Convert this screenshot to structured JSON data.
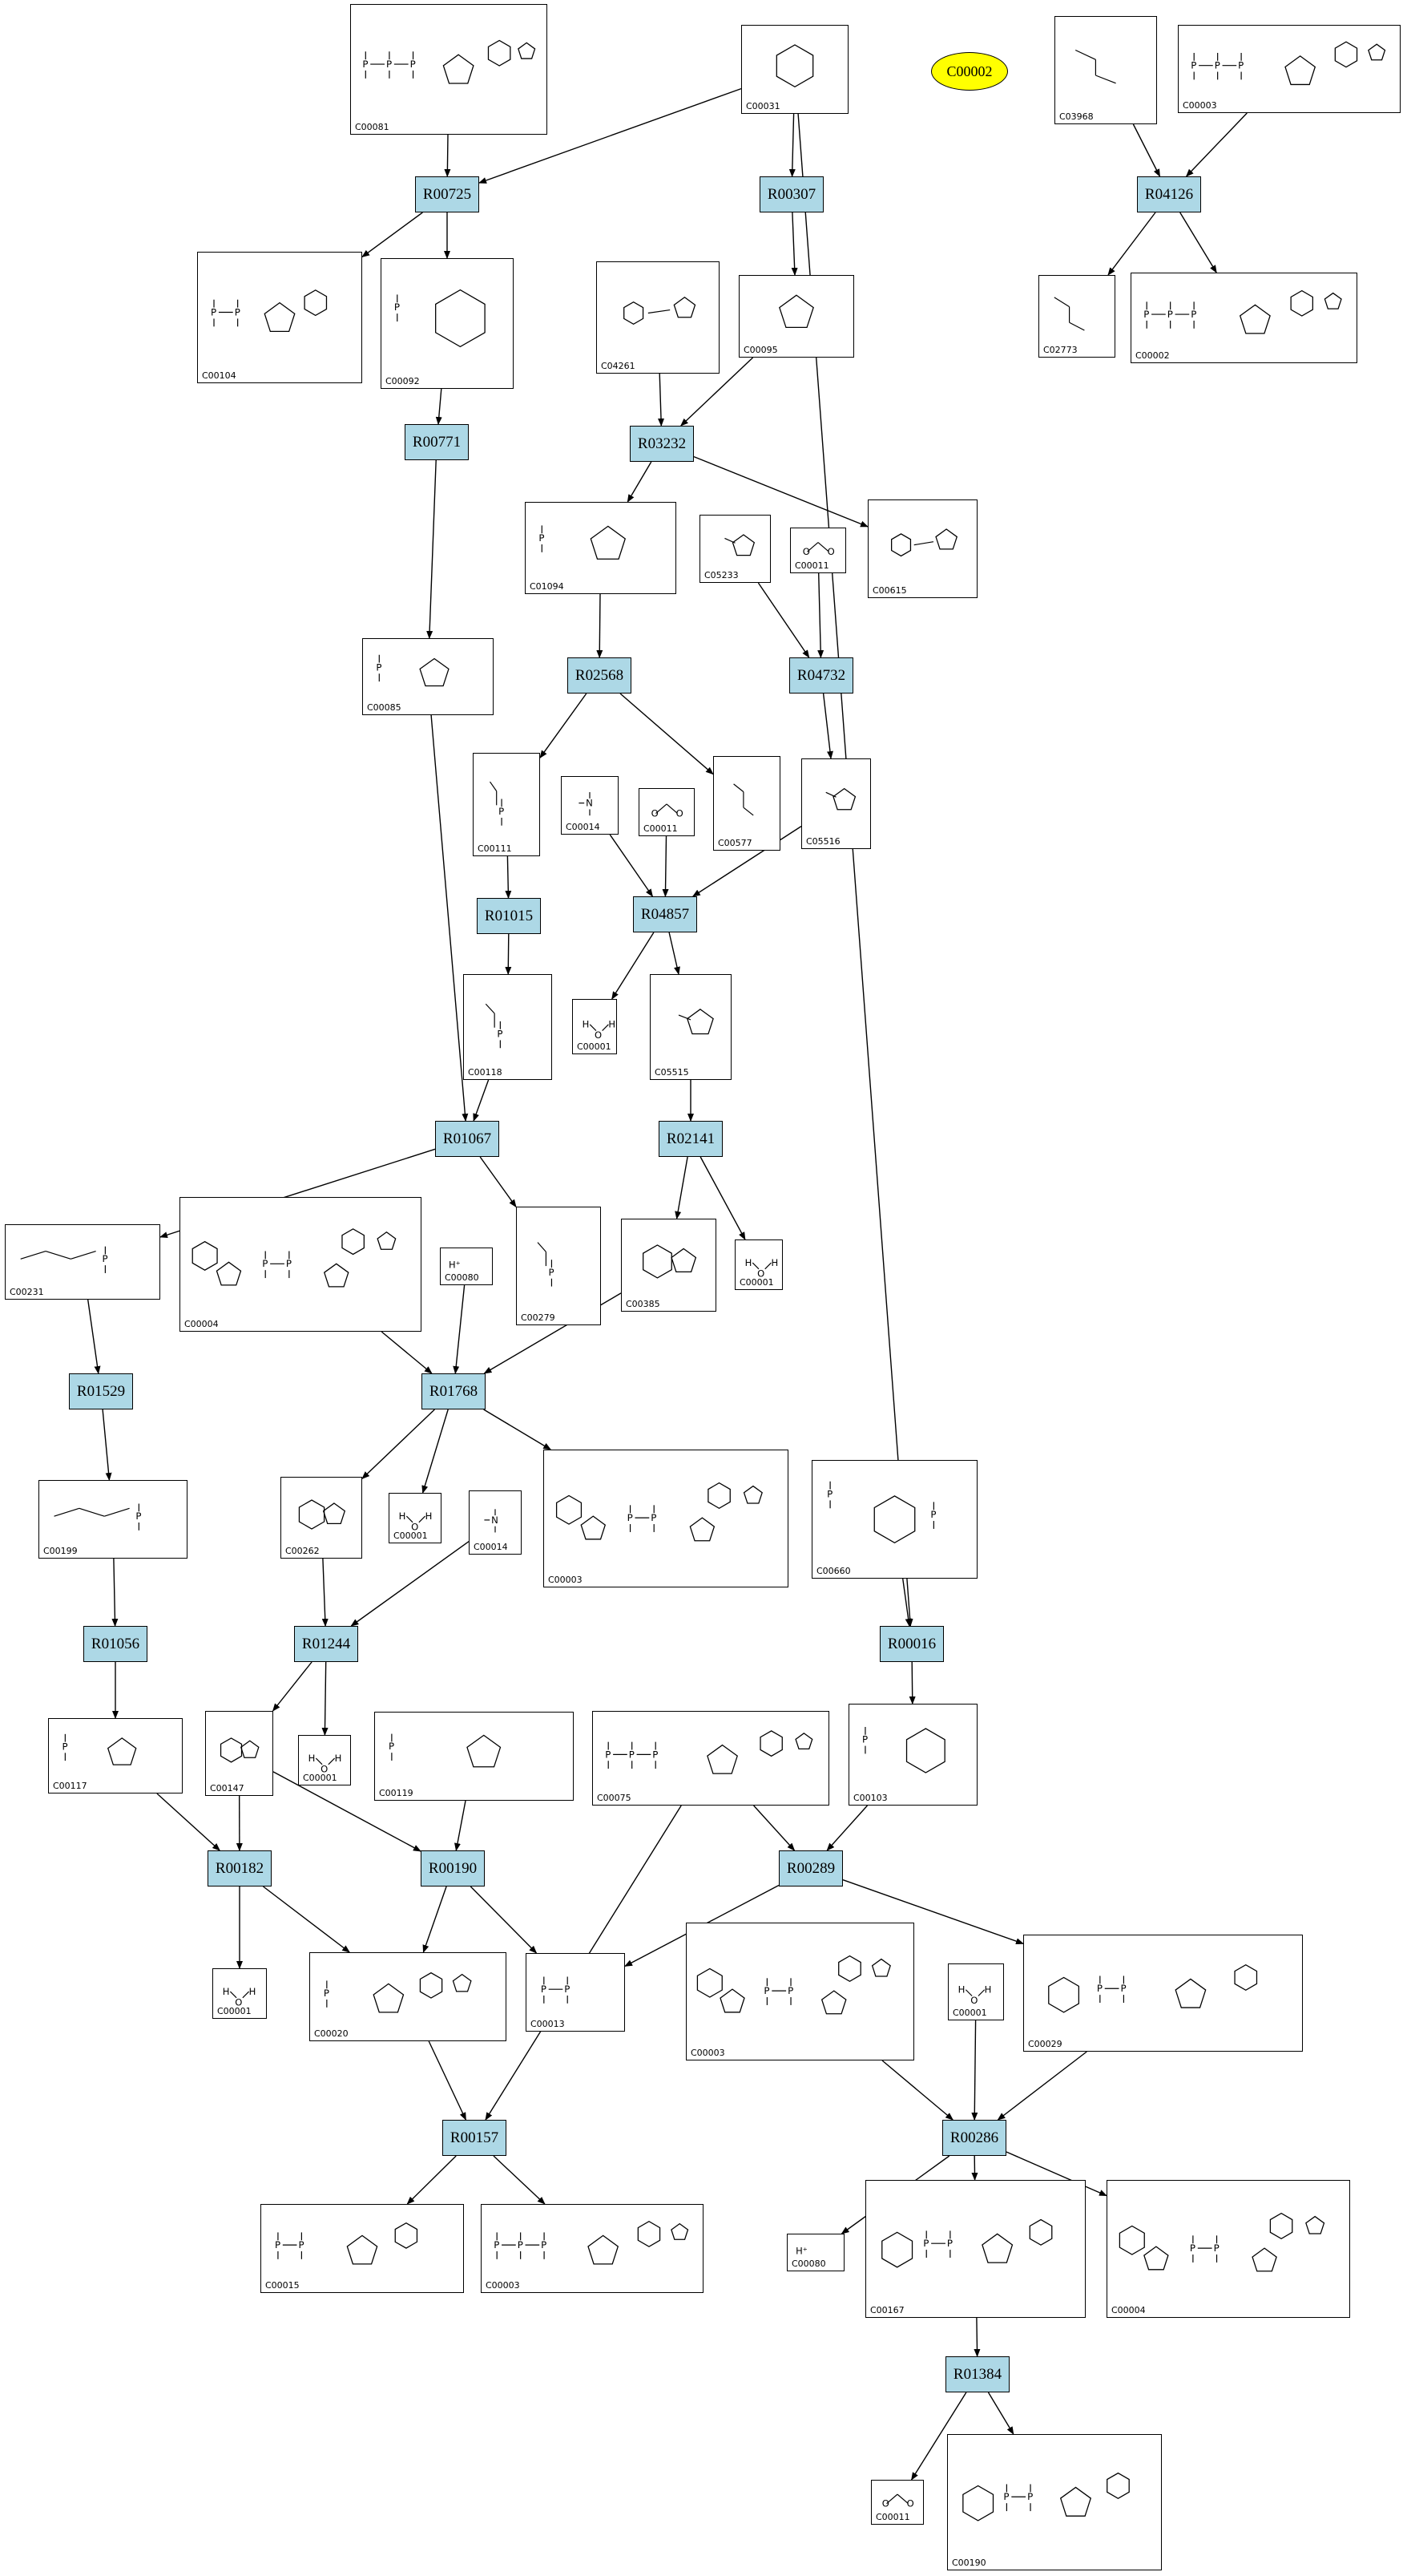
{
  "compounds": [
    {
      "label": "C00081",
      "kind": "nuc3p"
    },
    {
      "label": "C00031",
      "kind": "sugar"
    },
    {
      "label": "C03968",
      "kind": "lipid"
    },
    {
      "label": "C00003",
      "kind": "nuc3p"
    },
    {
      "label": "C00104",
      "kind": "nuc2p"
    },
    {
      "label": "C00092",
      "kind": "sugarp"
    },
    {
      "label": "C04261",
      "kind": "amine"
    },
    {
      "label": "C00095",
      "kind": "furanose"
    },
    {
      "label": "C02773",
      "kind": "lipid"
    },
    {
      "label": "C00002",
      "kind": "nuc3p"
    },
    {
      "label": "C01094",
      "kind": "furanosep"
    },
    {
      "label": "C05233",
      "kind": "ring"
    },
    {
      "label": "C00011",
      "kind": "co2"
    },
    {
      "label": "C00615",
      "kind": "amine"
    },
    {
      "label": "C00085",
      "kind": "furanosep"
    },
    {
      "label": "C00111",
      "kind": "smallp"
    },
    {
      "label": "C00014",
      "kind": "nh3"
    },
    {
      "label": "C00011",
      "kind": "co2"
    },
    {
      "label": "C00577",
      "kind": "small"
    },
    {
      "label": "C05516",
      "kind": "ring"
    },
    {
      "label": "C00118",
      "kind": "smallp"
    },
    {
      "label": "C00001",
      "kind": "water"
    },
    {
      "label": "C05515",
      "kind": "ring"
    },
    {
      "label": "C00231",
      "kind": "chainp"
    },
    {
      "label": "C00004",
      "kind": "nad"
    },
    {
      "label": "C00080",
      "kind": "proton"
    },
    {
      "label": "C00279",
      "kind": "smallp"
    },
    {
      "label": "C00385",
      "kind": "purine"
    },
    {
      "label": "C00001",
      "kind": "water"
    },
    {
      "label": "C00199",
      "kind": "chainp"
    },
    {
      "label": "C00262",
      "kind": "purine"
    },
    {
      "label": "C00001",
      "kind": "water"
    },
    {
      "label": "C00014",
      "kind": "nh3"
    },
    {
      "label": "C00003",
      "kind": "nad"
    },
    {
      "label": "C00660",
      "kind": "sugarpp"
    },
    {
      "label": "C00117",
      "kind": "furanosep"
    },
    {
      "label": "C00147",
      "kind": "purine"
    },
    {
      "label": "C00001",
      "kind": "water"
    },
    {
      "label": "C00119",
      "kind": "furanosep"
    },
    {
      "label": "C00075",
      "kind": "nuc3p"
    },
    {
      "label": "C00103",
      "kind": "sugarp"
    },
    {
      "label": "C00001",
      "kind": "water"
    },
    {
      "label": "C00020",
      "kind": "nuc1p"
    },
    {
      "label": "C00013",
      "kind": "ppi"
    },
    {
      "label": "C00003",
      "kind": "nad"
    },
    {
      "label": "C00001",
      "kind": "water"
    },
    {
      "label": "C00029",
      "kind": "udpsugar"
    },
    {
      "label": "C00015",
      "kind": "nuc2p"
    },
    {
      "label": "C00003",
      "kind": "nuc3p"
    },
    {
      "label": "C00080",
      "kind": "proton"
    },
    {
      "label": "C00167",
      "kind": "udpsugar"
    },
    {
      "label": "C00004",
      "kind": "nad"
    },
    {
      "label": "C00011",
      "kind": "co2"
    },
    {
      "label": "C00190",
      "kind": "udpsugar"
    }
  ],
  "reactions": [
    {
      "label": "R00725"
    },
    {
      "label": "R00307"
    },
    {
      "label": "R04126"
    },
    {
      "label": "R00771"
    },
    {
      "label": "R03232"
    },
    {
      "label": "R02568"
    },
    {
      "label": "R04732"
    },
    {
      "label": "R01015"
    },
    {
      "label": "R04857"
    },
    {
      "label": "R01067"
    },
    {
      "label": "R02141"
    },
    {
      "label": "R01768"
    },
    {
      "label": "R01529"
    },
    {
      "label": "R01056"
    },
    {
      "label": "R01244"
    },
    {
      "label": "R00016"
    },
    {
      "label": "R00182"
    },
    {
      "label": "R00190"
    },
    {
      "label": "R00289"
    },
    {
      "label": "R00157"
    },
    {
      "label": "R00286"
    },
    {
      "label": "R01384"
    }
  ],
  "highlight": {
    "label": "C00002",
    "color": "#ffff00"
  },
  "colors": {
    "reaction_fill": "#add8e6",
    "edge": "#000000"
  },
  "glyphs": {
    "proton": "H⁺",
    "water_h": "H",
    "water_o": "O",
    "nh3_n": "N",
    "co2_o": "O"
  },
  "edges": [
    {
      "from": "C00081",
      "to": "R00725"
    },
    {
      "from": "C00031",
      "to": "R00725"
    },
    {
      "from": "C00031",
      "to": "R00307"
    },
    {
      "from": "C00031",
      "to": "R00016"
    },
    {
      "from": "C03968",
      "to": "R04126"
    },
    {
      "from": "C00003",
      "to": "R04126"
    },
    {
      "from": "R00725",
      "to": "C00104"
    },
    {
      "from": "R00725",
      "to": "C00092"
    },
    {
      "from": "R00307",
      "to": "C00095"
    },
    {
      "from": "R04126",
      "to": "C02773"
    },
    {
      "from": "R04126",
      "to": "C00002"
    },
    {
      "from": "C00092",
      "to": "R00771"
    },
    {
      "from": "C04261",
      "to": "R03232"
    },
    {
      "from": "C00095",
      "to": "R03232"
    },
    {
      "from": "R00771",
      "to": "C00085"
    },
    {
      "from": "R03232",
      "to": "C01094"
    },
    {
      "from": "R03232",
      "to": "C00615"
    },
    {
      "from": "C01094",
      "to": "R02568"
    },
    {
      "from": "C05233",
      "to": "R04732"
    },
    {
      "from": "C00011",
      "to": "R04732"
    },
    {
      "from": "R02568",
      "to": "C00111"
    },
    {
      "from": "R02568",
      "to": "C00577"
    },
    {
      "from": "R04732",
      "to": "C05516"
    },
    {
      "from": "C00111",
      "to": "R01015"
    },
    {
      "from": "C00014",
      "to": "R04857"
    },
    {
      "from": "C00011",
      "to": "R04857"
    },
    {
      "from": "C05516",
      "to": "R04857"
    },
    {
      "from": "R01015",
      "to": "C00118"
    },
    {
      "from": "R04857",
      "to": "C00001"
    },
    {
      "from": "R04857",
      "to": "C05515"
    },
    {
      "from": "C00085",
      "to": "R01067"
    },
    {
      "from": "C00118",
      "to": "R01067"
    },
    {
      "from": "C05515",
      "to": "R02141"
    },
    {
      "from": "R01067",
      "to": "C00231"
    },
    {
      "from": "R01067",
      "to": "C00279"
    },
    {
      "from": "R02141",
      "to": "C00385"
    },
    {
      "from": "R02141",
      "to": "C00001"
    },
    {
      "from": "C00231",
      "to": "R01529"
    },
    {
      "from": "C00004",
      "to": "R01768"
    },
    {
      "from": "C00080",
      "to": "R01768"
    },
    {
      "from": "C00385",
      "to": "R01768"
    },
    {
      "from": "R01529",
      "to": "C00199"
    },
    {
      "from": "R01768",
      "to": "C00262"
    },
    {
      "from": "R01768",
      "to": "C00001"
    },
    {
      "from": "R01768",
      "to": "C00003"
    },
    {
      "from": "C00199",
      "to": "R01056"
    },
    {
      "from": "C00262",
      "to": "R01244"
    },
    {
      "from": "C00014",
      "to": "R01244"
    },
    {
      "from": "C00660",
      "to": "R00016"
    },
    {
      "from": "R01056",
      "to": "C00117"
    },
    {
      "from": "R01244",
      "to": "C00147"
    },
    {
      "from": "R01244",
      "to": "C00001"
    },
    {
      "from": "R00016",
      "to": "C00103"
    },
    {
      "from": "C00117",
      "to": "R00182"
    },
    {
      "from": "C00147",
      "to": "R00182"
    },
    {
      "from": "C00147",
      "to": "R00190"
    },
    {
      "from": "C00119",
      "to": "R00190"
    },
    {
      "from": "C00075",
      "to": "R00289"
    },
    {
      "from": "C00103",
      "to": "R00289"
    },
    {
      "from": "C00075",
      "to": "R00157"
    },
    {
      "from": "R00182",
      "to": "C00001"
    },
    {
      "from": "R00182",
      "to": "C00020"
    },
    {
      "from": "R00190",
      "to": "C00020"
    },
    {
      "from": "R00190",
      "to": "C00013"
    },
    {
      "from": "R00289",
      "to": "C00013"
    },
    {
      "from": "R00289",
      "to": "C00029"
    },
    {
      "from": "C00020",
      "to": "R00157"
    },
    {
      "from": "C00003",
      "to": "R00286"
    },
    {
      "from": "C00001",
      "to": "R00286"
    },
    {
      "from": "C00029",
      "to": "R00286"
    },
    {
      "from": "R00157",
      "to": "C00015"
    },
    {
      "from": "R00157",
      "to": "C00003"
    },
    {
      "from": "R00286",
      "to": "C00080"
    },
    {
      "from": "R00286",
      "to": "C00167"
    },
    {
      "from": "R00286",
      "to": "C00004"
    },
    {
      "from": "C00167",
      "to": "R01384"
    },
    {
      "from": "R01384",
      "to": "C00011"
    },
    {
      "from": "R01384",
      "to": "C00190"
    }
  ]
}
